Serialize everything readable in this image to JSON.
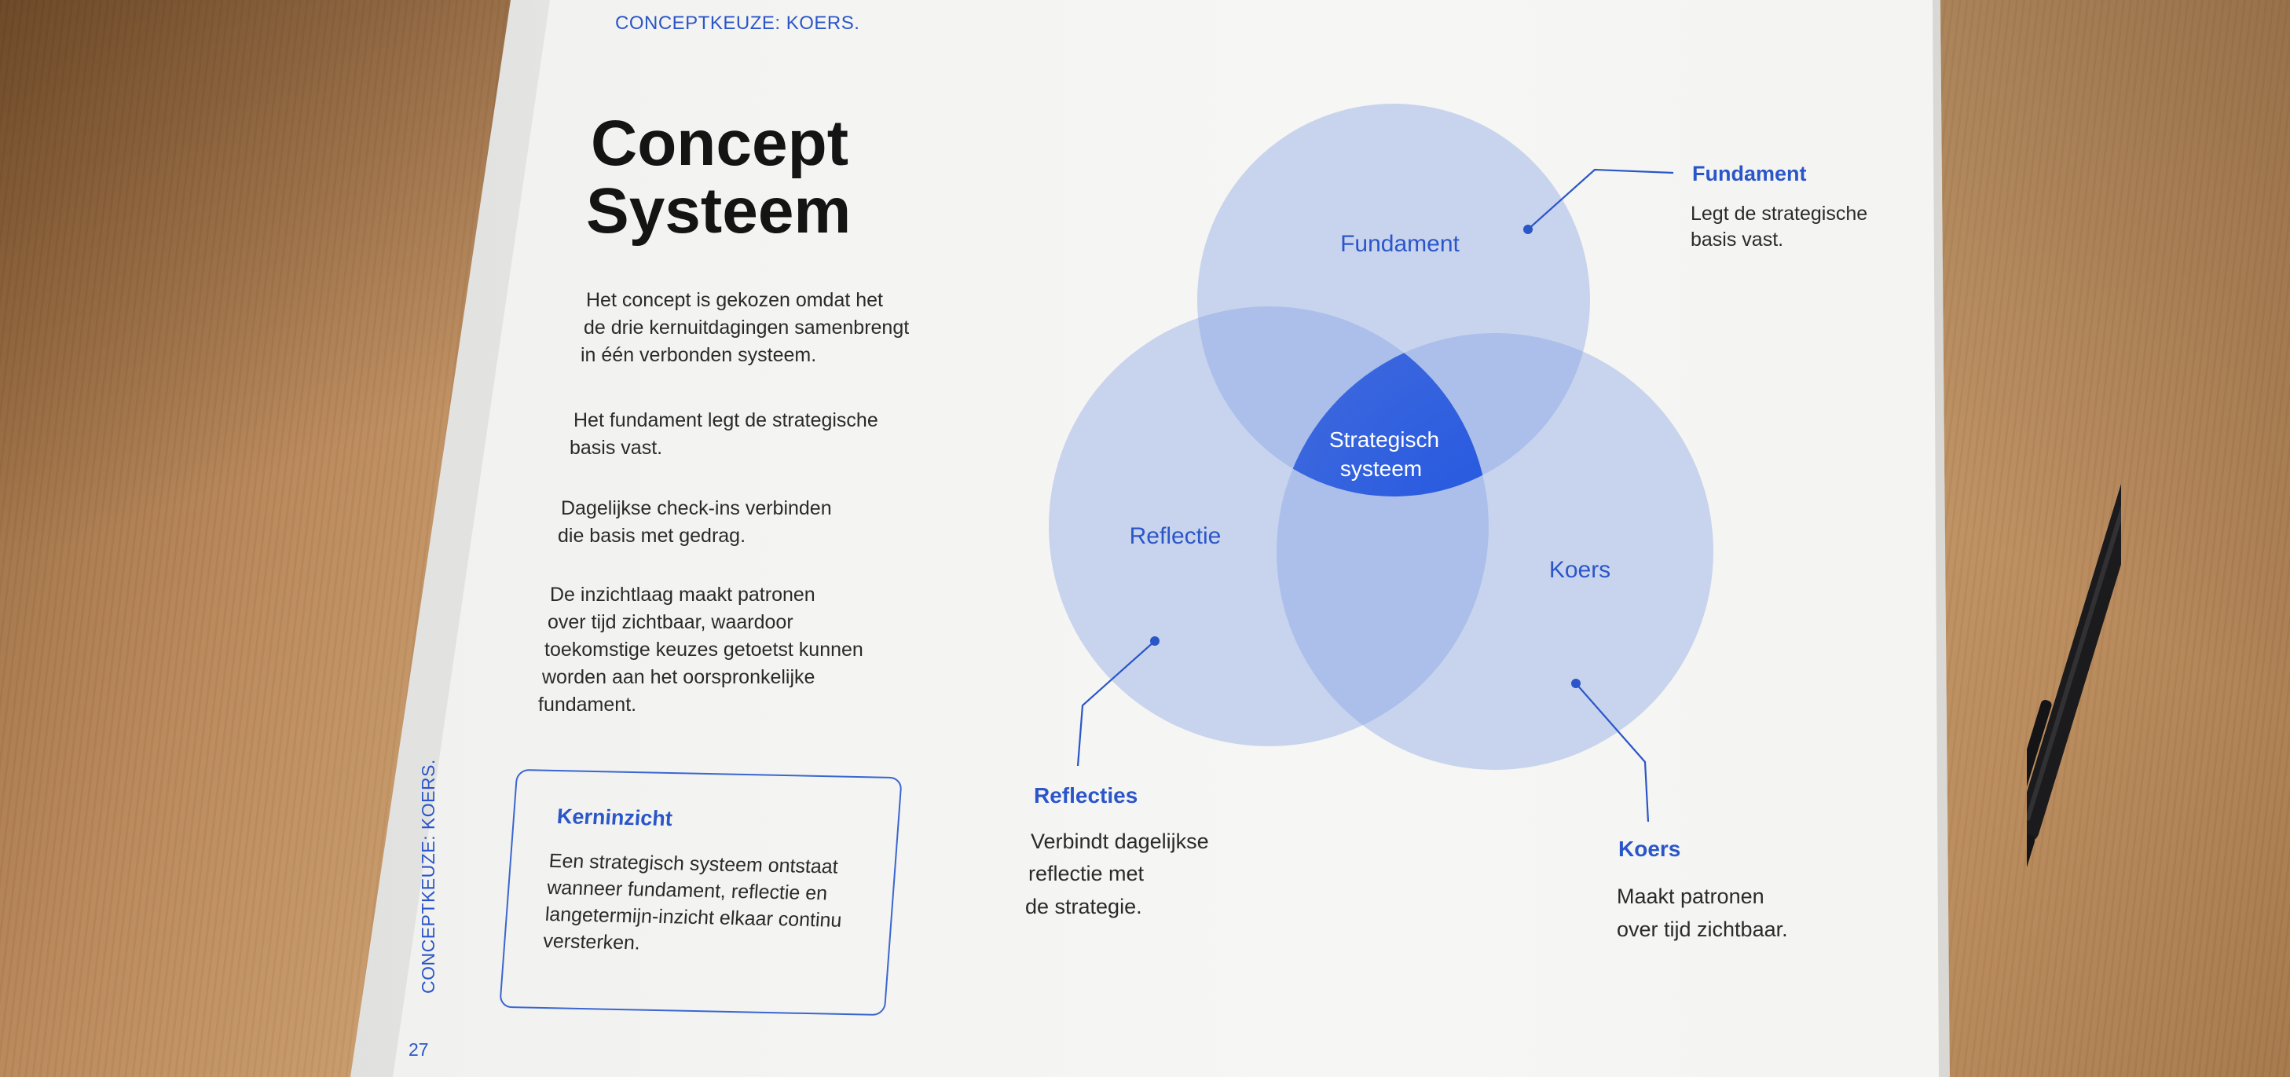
{
  "header": {
    "running_title": "CONCEPTKEUZE: KOERS."
  },
  "title": {
    "line1": "Concept",
    "line2": "Systeem"
  },
  "body": [
    [
      "Het concept is gekozen omdat het",
      "de drie kernuitdagingen samenbrengt",
      "in één verbonden systeem."
    ],
    [
      "Het fundament legt de strategische",
      "basis vast."
    ],
    [
      "Dagelijkse check-ins verbinden",
      "die basis met gedrag."
    ],
    [
      "De inzichtlaag maakt patronen",
      "over tijd zichtbaar, waardoor",
      "toekomstige keuzes getoetst kunnen",
      "worden aan het oorspronkelijke",
      "fundament."
    ]
  ],
  "kerninzicht": {
    "title": "Kerninzicht",
    "lines": [
      "Een strategisch systeem ontstaat",
      "wanneer fundament, reflectie en",
      "langetermijn-inzicht elkaar continu",
      "versterken."
    ]
  },
  "side_label": "CONCEPTKEUZE: KOERS.",
  "page_number": "27",
  "venn": {
    "center_lines": [
      "Strategisch",
      "systeem"
    ],
    "circles": [
      {
        "label": "Fundament"
      },
      {
        "label": "Reflectie"
      },
      {
        "label": "Koers"
      }
    ],
    "callouts": [
      {
        "title": "Fundament",
        "lines": [
          "Legt de strategische",
          "basis vast."
        ]
      },
      {
        "title": "Reflecties",
        "lines": [
          "Verbindt dagelijkse",
          "reflectie met",
          "de strategie."
        ]
      },
      {
        "title": "Koers",
        "lines": [
          "Maakt patronen",
          "over tijd zichtbaar."
        ]
      }
    ]
  },
  "colors": {
    "accent": "#2b56c9",
    "circle_fill": "#7f9fe6",
    "center_fill": "#1f4fd6"
  }
}
